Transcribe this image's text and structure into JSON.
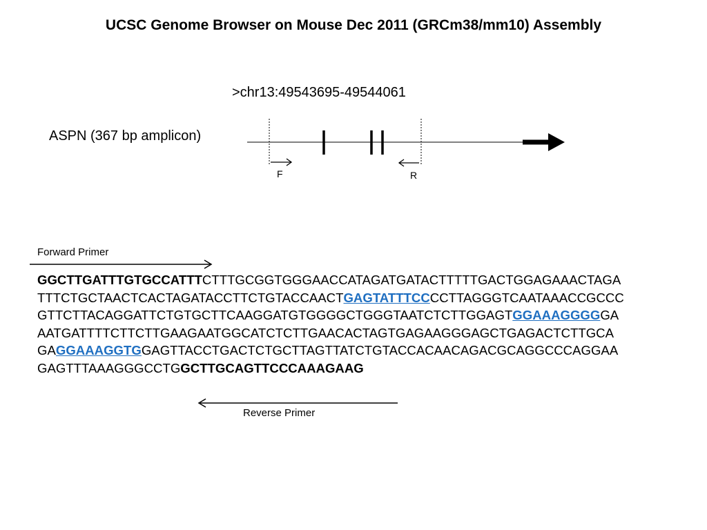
{
  "title": "UCSC Genome Browser on Mouse Dec 2011 (GRCm38/mm10) Assembly",
  "coordinates": ">chr13:49543695-49544061",
  "amplicon_label": "ASPN (367 bp amplicon)",
  "primer_markers": {
    "forward": "F",
    "reverse": "R"
  },
  "forward_primer_label": "Forward Primer",
  "reverse_primer_label": "Reverse Primer",
  "colors": {
    "site_highlight": "#1f6fc1",
    "text": "#000000"
  },
  "sequence": {
    "line1": {
      "forward_primer": "GGCTTGATTTGTGCCATTT",
      "rest": "CTTTGCGGTGGGAACCATAGATGATACTTTTTGACTGGAGAAACTAGA"
    },
    "line2": {
      "pre": "TTTCTGCTAACTCACTAGATACCTTCTGTACCAACT",
      "site": "GAGTATTTCC",
      "post": "CCTTAGGGTCAATAAACCGCCC"
    },
    "line3": {
      "pre": "GTTCTTACAGGATTCTGTGCTTCAAGGATGTGGGGCTGGGTAATCTCTTGGAGT",
      "site": "GGAAAGGGG",
      "post": "GA"
    },
    "line4": {
      "text": "AATGATTTTCTTCTTGAAGAATGGCATCTCTTGAACACTAGTGAGAAGGGAGCTGAGACTCTTGCA"
    },
    "line5": {
      "pre": "GA",
      "site": "GGAAAGGTG",
      "post": "GAGTTACCTGACTCTGCTTAGTTATCTGTACCACAACAGACGCAGGCCCAGGAA"
    },
    "line6": {
      "pre": "GAGTTTAAAGGGCCTG",
      "reverse_primer": "GCTTGCAGTTCCCAAAGAAG"
    }
  }
}
